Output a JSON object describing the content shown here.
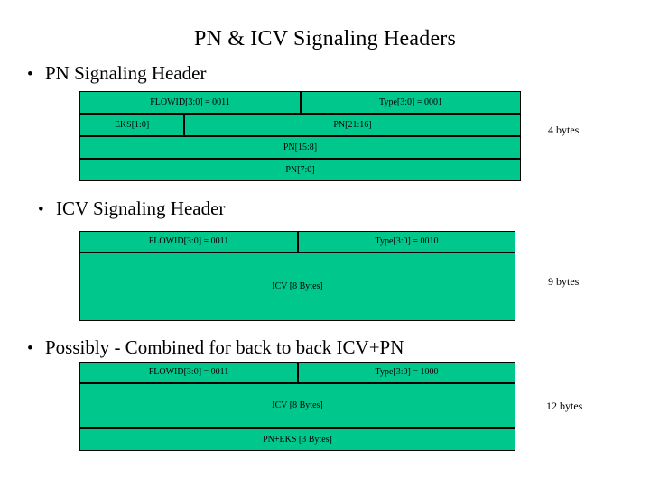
{
  "slide": {
    "title": "PN & ICV Signaling Headers",
    "bullet_glyph": "•",
    "accent_green": "#00C78C",
    "border_color": "#000000",
    "background": "#FFFFFF"
  },
  "sections": [
    {
      "bullet": "PN Signaling Header",
      "size_note": "4 bytes",
      "rows": [
        {
          "cells": [
            "FLOWID[3:0] = 0011",
            "Type[3:0] = 0001"
          ]
        },
        {
          "cells": [
            "EKS[1:0]",
            "PN[21:16]"
          ]
        },
        {
          "cells": [
            "PN[15:8]"
          ]
        },
        {
          "cells": [
            "PN[7:0]"
          ]
        }
      ]
    },
    {
      "bullet": "ICV Signaling Header",
      "size_note": "9 bytes",
      "rows": [
        {
          "cells": [
            "FLOWID[3:0] = 0011",
            "Type[3:0] = 0010"
          ]
        },
        {
          "cells": [
            "ICV  [8 Bytes]"
          ]
        }
      ]
    },
    {
      "bullet": "Possibly - Combined for back to back ICV+PN",
      "size_note": "12 bytes",
      "rows": [
        {
          "cells": [
            "FLOWID[3:0] = 0011",
            "Type[3:0] = 1000"
          ]
        },
        {
          "cells": [
            "ICV  [8 Bytes]"
          ]
        },
        {
          "cells": [
            "PN+EKS [3 Bytes]"
          ]
        }
      ]
    }
  ]
}
